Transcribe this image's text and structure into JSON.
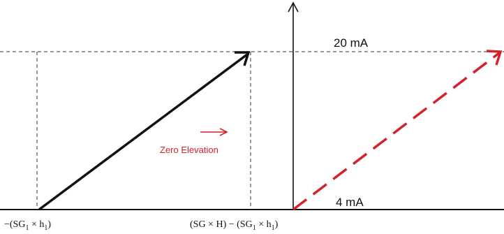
{
  "labels": {
    "top_current": "20 mA",
    "bottom_current": "4 mA",
    "shift_caption": "Zero Elevation",
    "left_point": {
      "open": "−(SG",
      "sub1": "1",
      "mid": " × h",
      "sub2": "1",
      "close": ")"
    },
    "right_point": {
      "open": "(SG × H) −  (SG",
      "sub1": "1",
      "mid": " × h",
      "sub2": "1",
      "close": ")"
    }
  },
  "colors": {
    "ink": "#111111",
    "accent": "#d4222a",
    "guide": "#333333"
  }
}
